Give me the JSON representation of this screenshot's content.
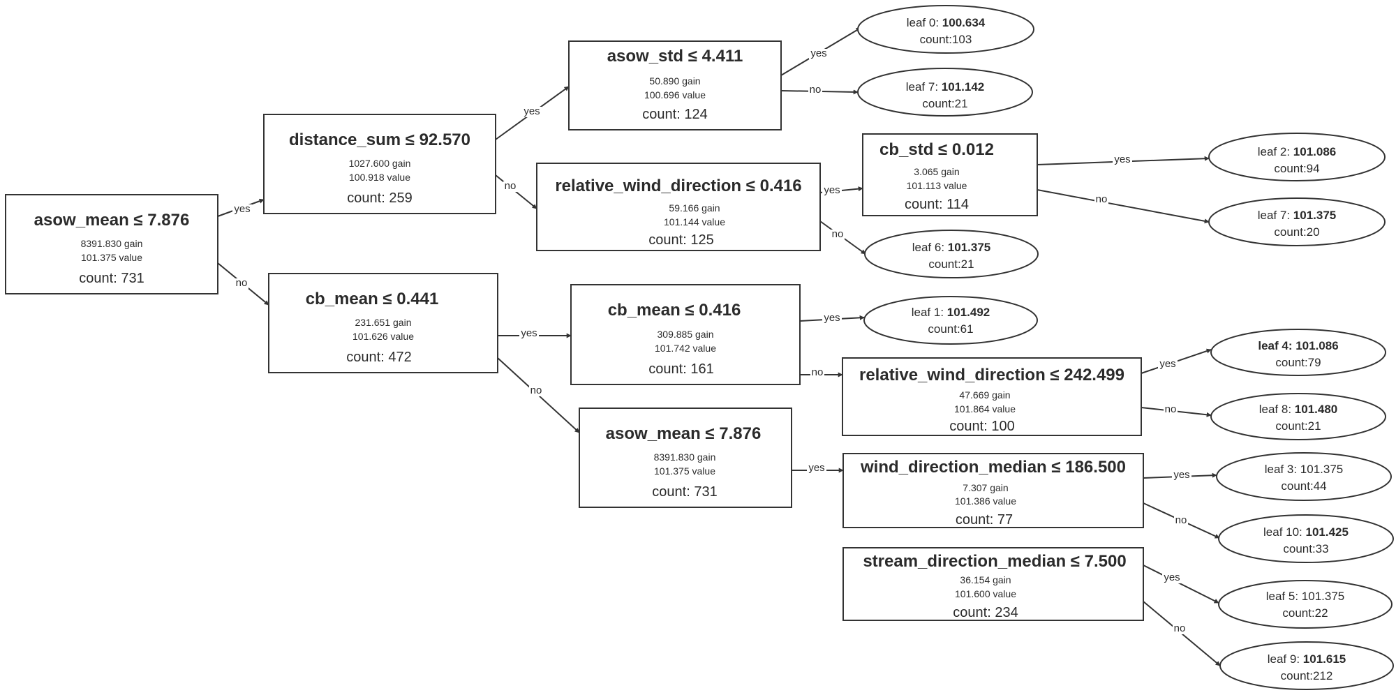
{
  "tree": {
    "edges": [
      {
        "from": "n0",
        "to": "n1",
        "label": "yes"
      },
      {
        "from": "n0",
        "to": "n2",
        "label": "no"
      },
      {
        "from": "n1",
        "to": "n3",
        "label": "yes"
      },
      {
        "from": "n1",
        "to": "n4",
        "label": "no"
      },
      {
        "from": "n3",
        "to": "l0",
        "label": "yes"
      },
      {
        "from": "n3",
        "to": "l7a",
        "label": "no"
      },
      {
        "from": "n4",
        "to": "n5",
        "label": "yes"
      },
      {
        "from": "n4",
        "to": "l6",
        "label": "no"
      },
      {
        "from": "n5",
        "to": "l2",
        "label": "yes"
      },
      {
        "from": "n5",
        "to": "l7b",
        "label": "no"
      },
      {
        "from": "n2",
        "to": "n6",
        "label": "yes"
      },
      {
        "from": "n2",
        "to": "n7",
        "label": "no"
      },
      {
        "from": "n6",
        "to": "l1",
        "label": "yes"
      },
      {
        "from": "n6",
        "to": "n8",
        "label": "no"
      },
      {
        "from": "n8",
        "to": "l4",
        "label": "yes"
      },
      {
        "from": "n8",
        "to": "l8",
        "label": "no"
      },
      {
        "from": "n7",
        "to": "n9",
        "label": "yes"
      },
      {
        "from": "n9",
        "to": "l3",
        "label": "yes"
      },
      {
        "from": "n9",
        "to": "l10",
        "label": "no"
      },
      {
        "from": "n10",
        "to": "l5",
        "label": "yes"
      },
      {
        "from": "n10",
        "to": "l9",
        "label": "no"
      }
    ],
    "nodes": {
      "n0": {
        "title": "asow_mean ≤ 7.876",
        "gain": "8391.830 gain",
        "value": "101.375 value",
        "count": "count: 731"
      },
      "n1": {
        "title": "distance_sum ≤ 92.570",
        "gain": "1027.600 gain",
        "value": "100.918 value",
        "count": "count: 259"
      },
      "n2": {
        "title": "cb_mean ≤ 0.441",
        "gain": "231.651 gain",
        "value": "101.626 value",
        "count": "count: 472"
      },
      "n3": {
        "title": "asow_std ≤ 4.411",
        "gain": "50.890 gain",
        "value": "100.696 value",
        "count": "count: 124"
      },
      "n4": {
        "title": "relative_wind_direction ≤ 0.416",
        "gain": "59.166 gain",
        "value": "101.144 value",
        "count": "count: 125"
      },
      "n5": {
        "title": "cb_std ≤ 0.012",
        "gain": "3.065 gain",
        "value": "101.113 value",
        "count": "count: 114"
      },
      "n6": {
        "title": "cb_mean ≤ 0.416",
        "gain": "309.885 gain",
        "value": "101.742 value",
        "count": "count: 161"
      },
      "n7": {
        "title": "asow_mean ≤ 7.876",
        "gain": "8391.830 gain",
        "value": "101.375 value",
        "count": "count: 731"
      },
      "n8": {
        "title": "relative_wind_direction ≤ 242.499",
        "gain": "47.669 gain",
        "value": "101.864 value",
        "count": "count: 100"
      },
      "n9": {
        "title": "wind_direction_median ≤ 186.500",
        "gain": "7.307 gain",
        "value": "101.386 value",
        "count": "count: 77"
      },
      "n10": {
        "title": "stream_direction_median ≤ 7.500",
        "gain": "36.154 gain",
        "value": "101.600 value",
        "count": "count: 234"
      }
    },
    "leaves": {
      "l0": {
        "name": "leaf 0: ",
        "value": "100.634",
        "count": "count:103"
      },
      "l7a": {
        "name": "leaf 7: ",
        "value": "101.142",
        "count": "count:21"
      },
      "l2": {
        "name": "leaf 2: ",
        "value": "101.086",
        "count": "count:94"
      },
      "l7b": {
        "name": "leaf 7: ",
        "value": "101.375",
        "count": "count:20"
      },
      "l6": {
        "name": "leaf 6: ",
        "value": "101.375",
        "count": "count:21"
      },
      "l1": {
        "name": "leaf 1: ",
        "value": "101.492",
        "count": "count:61"
      },
      "l4": {
        "name": "leaf 4: ",
        "value": "101.086",
        "count": "count:79"
      },
      "l8": {
        "name": "leaf 8: ",
        "value": "101.480",
        "count": "count:21"
      },
      "l3": {
        "name": "leaf 3: ",
        "value": "101.375",
        "count": "count:44"
      },
      "l10": {
        "name": "leaf 10: ",
        "value": "101.425",
        "count": "count:33"
      },
      "l5": {
        "name": "leaf 5: ",
        "value": "101.375",
        "count": "count:22"
      },
      "l9": {
        "name": "leaf 9: ",
        "value": "101.615",
        "count": "count:212"
      }
    }
  }
}
